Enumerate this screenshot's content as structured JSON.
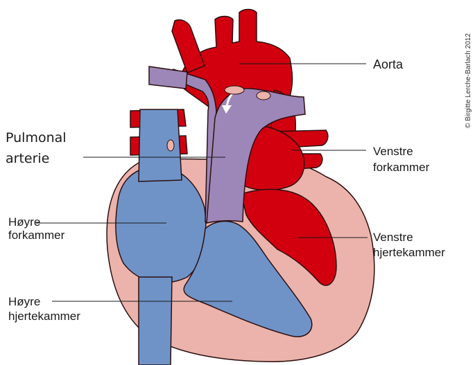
{
  "labels": {
    "aorta": "Aorta",
    "pulmonal_line1": "Pulmonal",
    "pulmonal_line2": "arterie",
    "venstre_forkammer_line1": "Venstre",
    "venstre_forkammer_line2": "forkammer",
    "hoyre_forkammer_line1": "Høyre",
    "hoyre_forkammer_line2": "forkammer",
    "venstre_hjertekammer_line1": "Venstre",
    "venstre_hjertekammer_line2": "hjertekammer",
    "hoyre_hjertekammer_line1": "Høyre",
    "hoyre_hjertekammer_line2": "hjertekammer"
  },
  "credit": "© Birgitte Lerche-Barlach 2012",
  "colors": {
    "oxygenated": "#d2000f",
    "deoxygenated": "#6f93c7",
    "pulmonary": "#9d87b8",
    "muscle": "#ebb3ab",
    "outline": "#2b0f10"
  }
}
